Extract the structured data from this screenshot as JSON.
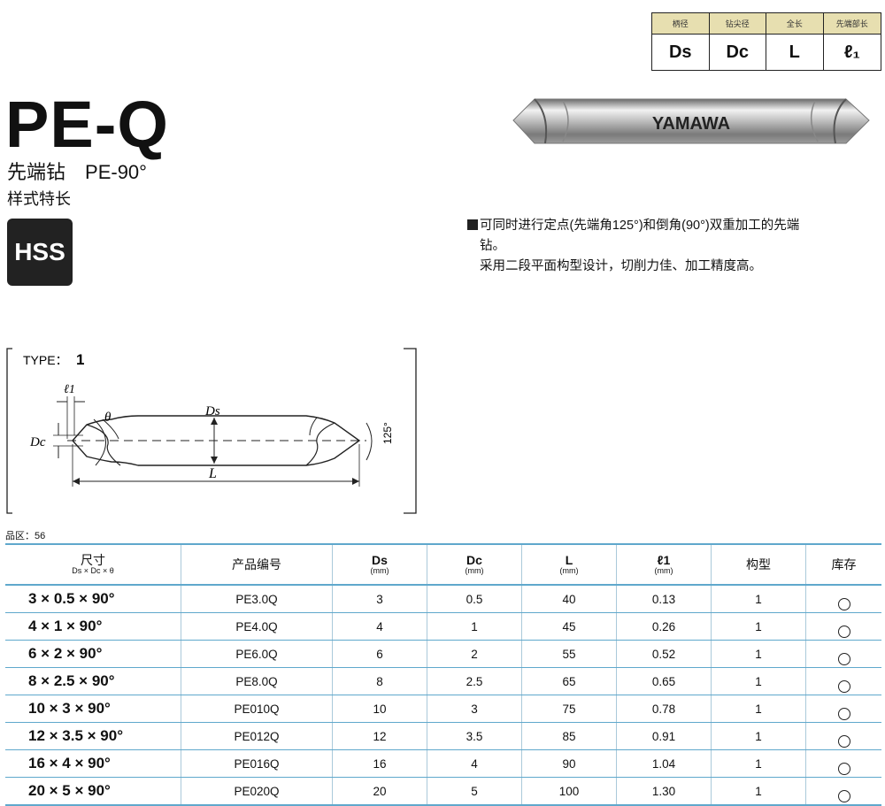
{
  "spec_legend": {
    "headers": [
      "柄径",
      "钻尖径",
      "全长",
      "先端部长"
    ],
    "symbols": [
      "Ds",
      "Dc",
      "L",
      "ℓ₁"
    ]
  },
  "product": {
    "title": "PE-Q",
    "name": "先端钻",
    "code": "PE-90°",
    "variant": "样式特长",
    "material_badge": "HSS",
    "photo_brand": "YAMAWA"
  },
  "description": {
    "line1": "可同时进行定点(先端角125°)和倒角(90°)双重加工的先端",
    "line1_cont": "钻。",
    "line2": "采用二段平面构型设计，切削力佳、加工精度高。"
  },
  "diagram": {
    "type_label": "TYPE：",
    "type_number": "1",
    "labels": {
      "l1": "ℓ1",
      "theta": "θ",
      "ds": "Ds",
      "dc": "Dc",
      "length": "L",
      "angle": "125°"
    }
  },
  "sku_zone": "品区：56",
  "table": {
    "headers": {
      "size": "尺寸",
      "size_sub": "Ds × Dc × θ",
      "product_no": "产品编号",
      "ds": "Ds",
      "dc": "Dc",
      "l": "L",
      "l1": "ℓ1",
      "unit": "(mm)",
      "type": "构型",
      "stock": "库存"
    },
    "rows": [
      {
        "size": "3 × 0.5 × 90°",
        "code": "PE3.0Q",
        "ds": "3",
        "dc": "0.5",
        "l": "40",
        "l1": "0.13",
        "type": "1",
        "stock": "○"
      },
      {
        "size": "4 × 1 × 90°",
        "code": "PE4.0Q",
        "ds": "4",
        "dc": "1",
        "l": "45",
        "l1": "0.26",
        "type": "1",
        "stock": "○"
      },
      {
        "size": "6 × 2 × 90°",
        "code": "PE6.0Q",
        "ds": "6",
        "dc": "2",
        "l": "55",
        "l1": "0.52",
        "type": "1",
        "stock": "○"
      },
      {
        "size": "8 × 2.5 × 90°",
        "code": "PE8.0Q",
        "ds": "8",
        "dc": "2.5",
        "l": "65",
        "l1": "0.65",
        "type": "1",
        "stock": "○"
      },
      {
        "size": "10 × 3 × 90°",
        "code": "PE010Q",
        "ds": "10",
        "dc": "3",
        "l": "75",
        "l1": "0.78",
        "type": "1",
        "stock": "○"
      },
      {
        "size": "12 × 3.5 × 90°",
        "code": "PE012Q",
        "ds": "12",
        "dc": "3.5",
        "l": "85",
        "l1": "0.91",
        "type": "1",
        "stock": "○"
      },
      {
        "size": "16 × 4 × 90°",
        "code": "PE016Q",
        "ds": "16",
        "dc": "4",
        "l": "90",
        "l1": "1.04",
        "type": "1",
        "stock": "○"
      },
      {
        "size": "20 × 5 × 90°",
        "code": "PE020Q",
        "ds": "20",
        "dc": "5",
        "l": "100",
        "l1": "1.30",
        "type": "1",
        "stock": "○"
      }
    ]
  }
}
